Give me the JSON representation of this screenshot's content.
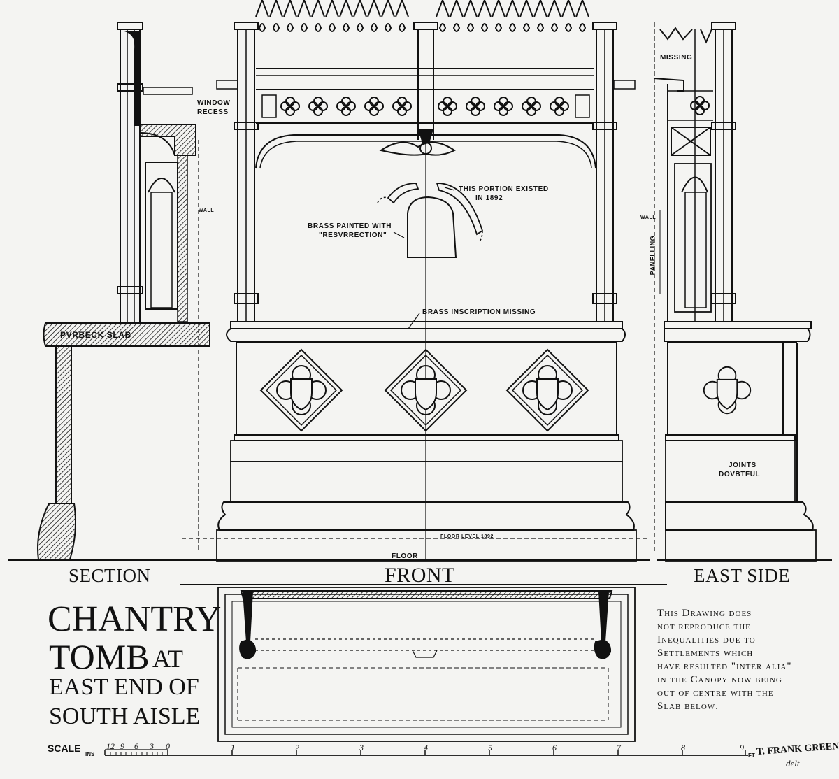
{
  "title": {
    "line1": "CHANTRY",
    "line2": "TOMB",
    "line2b": "AT",
    "line3": "EAST END OF",
    "line4": "SOUTH AISLE"
  },
  "views": {
    "section": "SECTION",
    "front": "FRONT",
    "east_side": "EAST SIDE"
  },
  "annotations": {
    "window_recess_1": "WINDOW",
    "window_recess_2": "RECESS",
    "missing": "MISSING",
    "portion_existed_1": "THIS PORTION EXISTED",
    "portion_existed_2": "IN 1892",
    "brass_painted_1": "BRASS PAINTED WITH",
    "brass_painted_2": "\"RESVRRECTION\"",
    "brass_inscription": "BRASS INSCRIPTION MISSING",
    "purbeck_slab": "PVRBECK SLAB",
    "wall_left": "WALL",
    "wall_right": "WALL",
    "panelling": "PANELLING",
    "joints_1": "JOINTS",
    "joints_2": "DOVBTFUL",
    "floor_level": "FLOOR LEVEL 1892",
    "floor": "FLOOR"
  },
  "remark_lines": [
    "This Drawing does",
    "not reproduce the",
    "Inequalities due to",
    "Settlements which",
    "have resulted \"inter alia\"",
    "in the Canopy now being",
    "out of centre with the",
    "Slab below."
  ],
  "scale": {
    "label": "SCALE",
    "ins_label": "INS",
    "inch_ticks": [
      "12",
      "9",
      "6",
      "3",
      "0"
    ],
    "ft_ticks": [
      "1",
      "2",
      "3",
      "4",
      "5",
      "6",
      "7",
      "8",
      "9"
    ],
    "ft_label": "FT"
  },
  "signature": {
    "name": "T. FRANK GREEN",
    "delt": "delt"
  }
}
